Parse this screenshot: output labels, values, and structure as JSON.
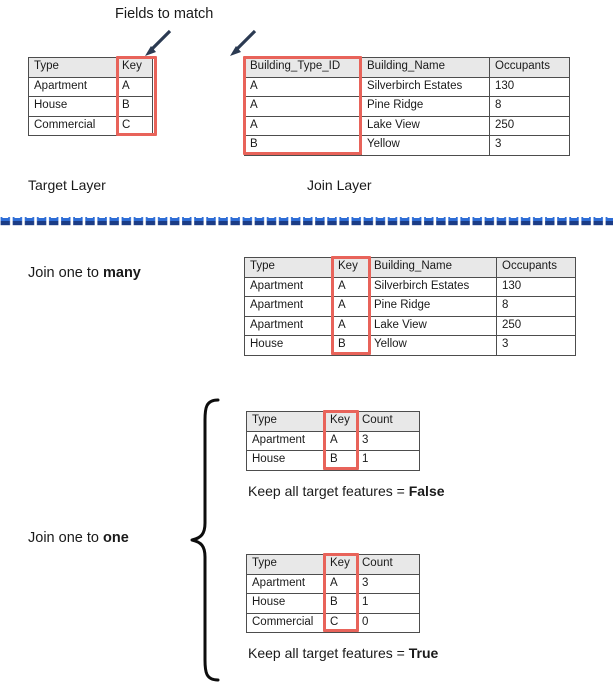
{
  "annotations": {
    "fields_to_match": "Fields to match",
    "target_layer": "Target Layer",
    "join_layer": "Join Layer",
    "join_one_to_many_prefix": "Join one to ",
    "join_one_to_many_emph": "many",
    "join_one_to_one_prefix": "Join one to ",
    "join_one_to_one_emph": "one",
    "keep_false_prefix": "Keep all target features = ",
    "keep_false_emph": "False",
    "keep_true_prefix": "Keep all target features = ",
    "keep_true_emph": "True"
  },
  "colors": {
    "highlight_red": "#e8635a",
    "header_gray": "#e8e8e8",
    "border_gray": "#4d4d4d",
    "arrow_navy": "#2b3a52",
    "divider_blue": "#2e6dd6",
    "divider_navy": "#1b3c86",
    "text": "#1a1a1a"
  },
  "target_table": {
    "headers": [
      "Type",
      "Key"
    ],
    "rows": [
      [
        "Apartment",
        "A"
      ],
      [
        "House",
        "B"
      ],
      [
        "Commercial",
        "C"
      ]
    ],
    "highlight_column": "Key"
  },
  "join_table": {
    "headers": [
      "Building_Type_ID",
      "Building_Name",
      "Occupants"
    ],
    "rows": [
      [
        "A",
        "Silverbirch Estates",
        "130"
      ],
      [
        "A",
        "Pine Ridge",
        "8"
      ],
      [
        "A",
        "Lake View",
        "250"
      ],
      [
        "B",
        "Yellow",
        "3"
      ]
    ],
    "highlight_column": "Building_Type_ID"
  },
  "one_to_many_table": {
    "headers": [
      "Type",
      "Key",
      "Building_Name",
      "Occupants"
    ],
    "rows": [
      [
        "Apartment",
        "A",
        "Silverbirch Estates",
        "130"
      ],
      [
        "Apartment",
        "A",
        "Pine Ridge",
        "8"
      ],
      [
        "Apartment",
        "A",
        "Lake View",
        "250"
      ],
      [
        "House",
        "B",
        "Yellow",
        "3"
      ]
    ],
    "highlight_column": "Key"
  },
  "one_to_one_false_table": {
    "headers": [
      "Type",
      "Key",
      "Count"
    ],
    "rows": [
      [
        "Apartment",
        "A",
        "3"
      ],
      [
        "House",
        "B",
        "1"
      ]
    ],
    "highlight_column": "Key"
  },
  "one_to_one_true_table": {
    "headers": [
      "Type",
      "Key",
      "Count"
    ],
    "rows": [
      [
        "Apartment",
        "A",
        "3"
      ],
      [
        "House",
        "B",
        "1"
      ],
      [
        "Commercial",
        "C",
        "0"
      ]
    ],
    "highlight_column": "Key"
  },
  "icons": {
    "arrow_left": "arrow-down-left-icon",
    "arrow_right": "arrow-down-left-icon",
    "brace": "curly-brace-icon",
    "divider": "dashed-divider-icon"
  }
}
